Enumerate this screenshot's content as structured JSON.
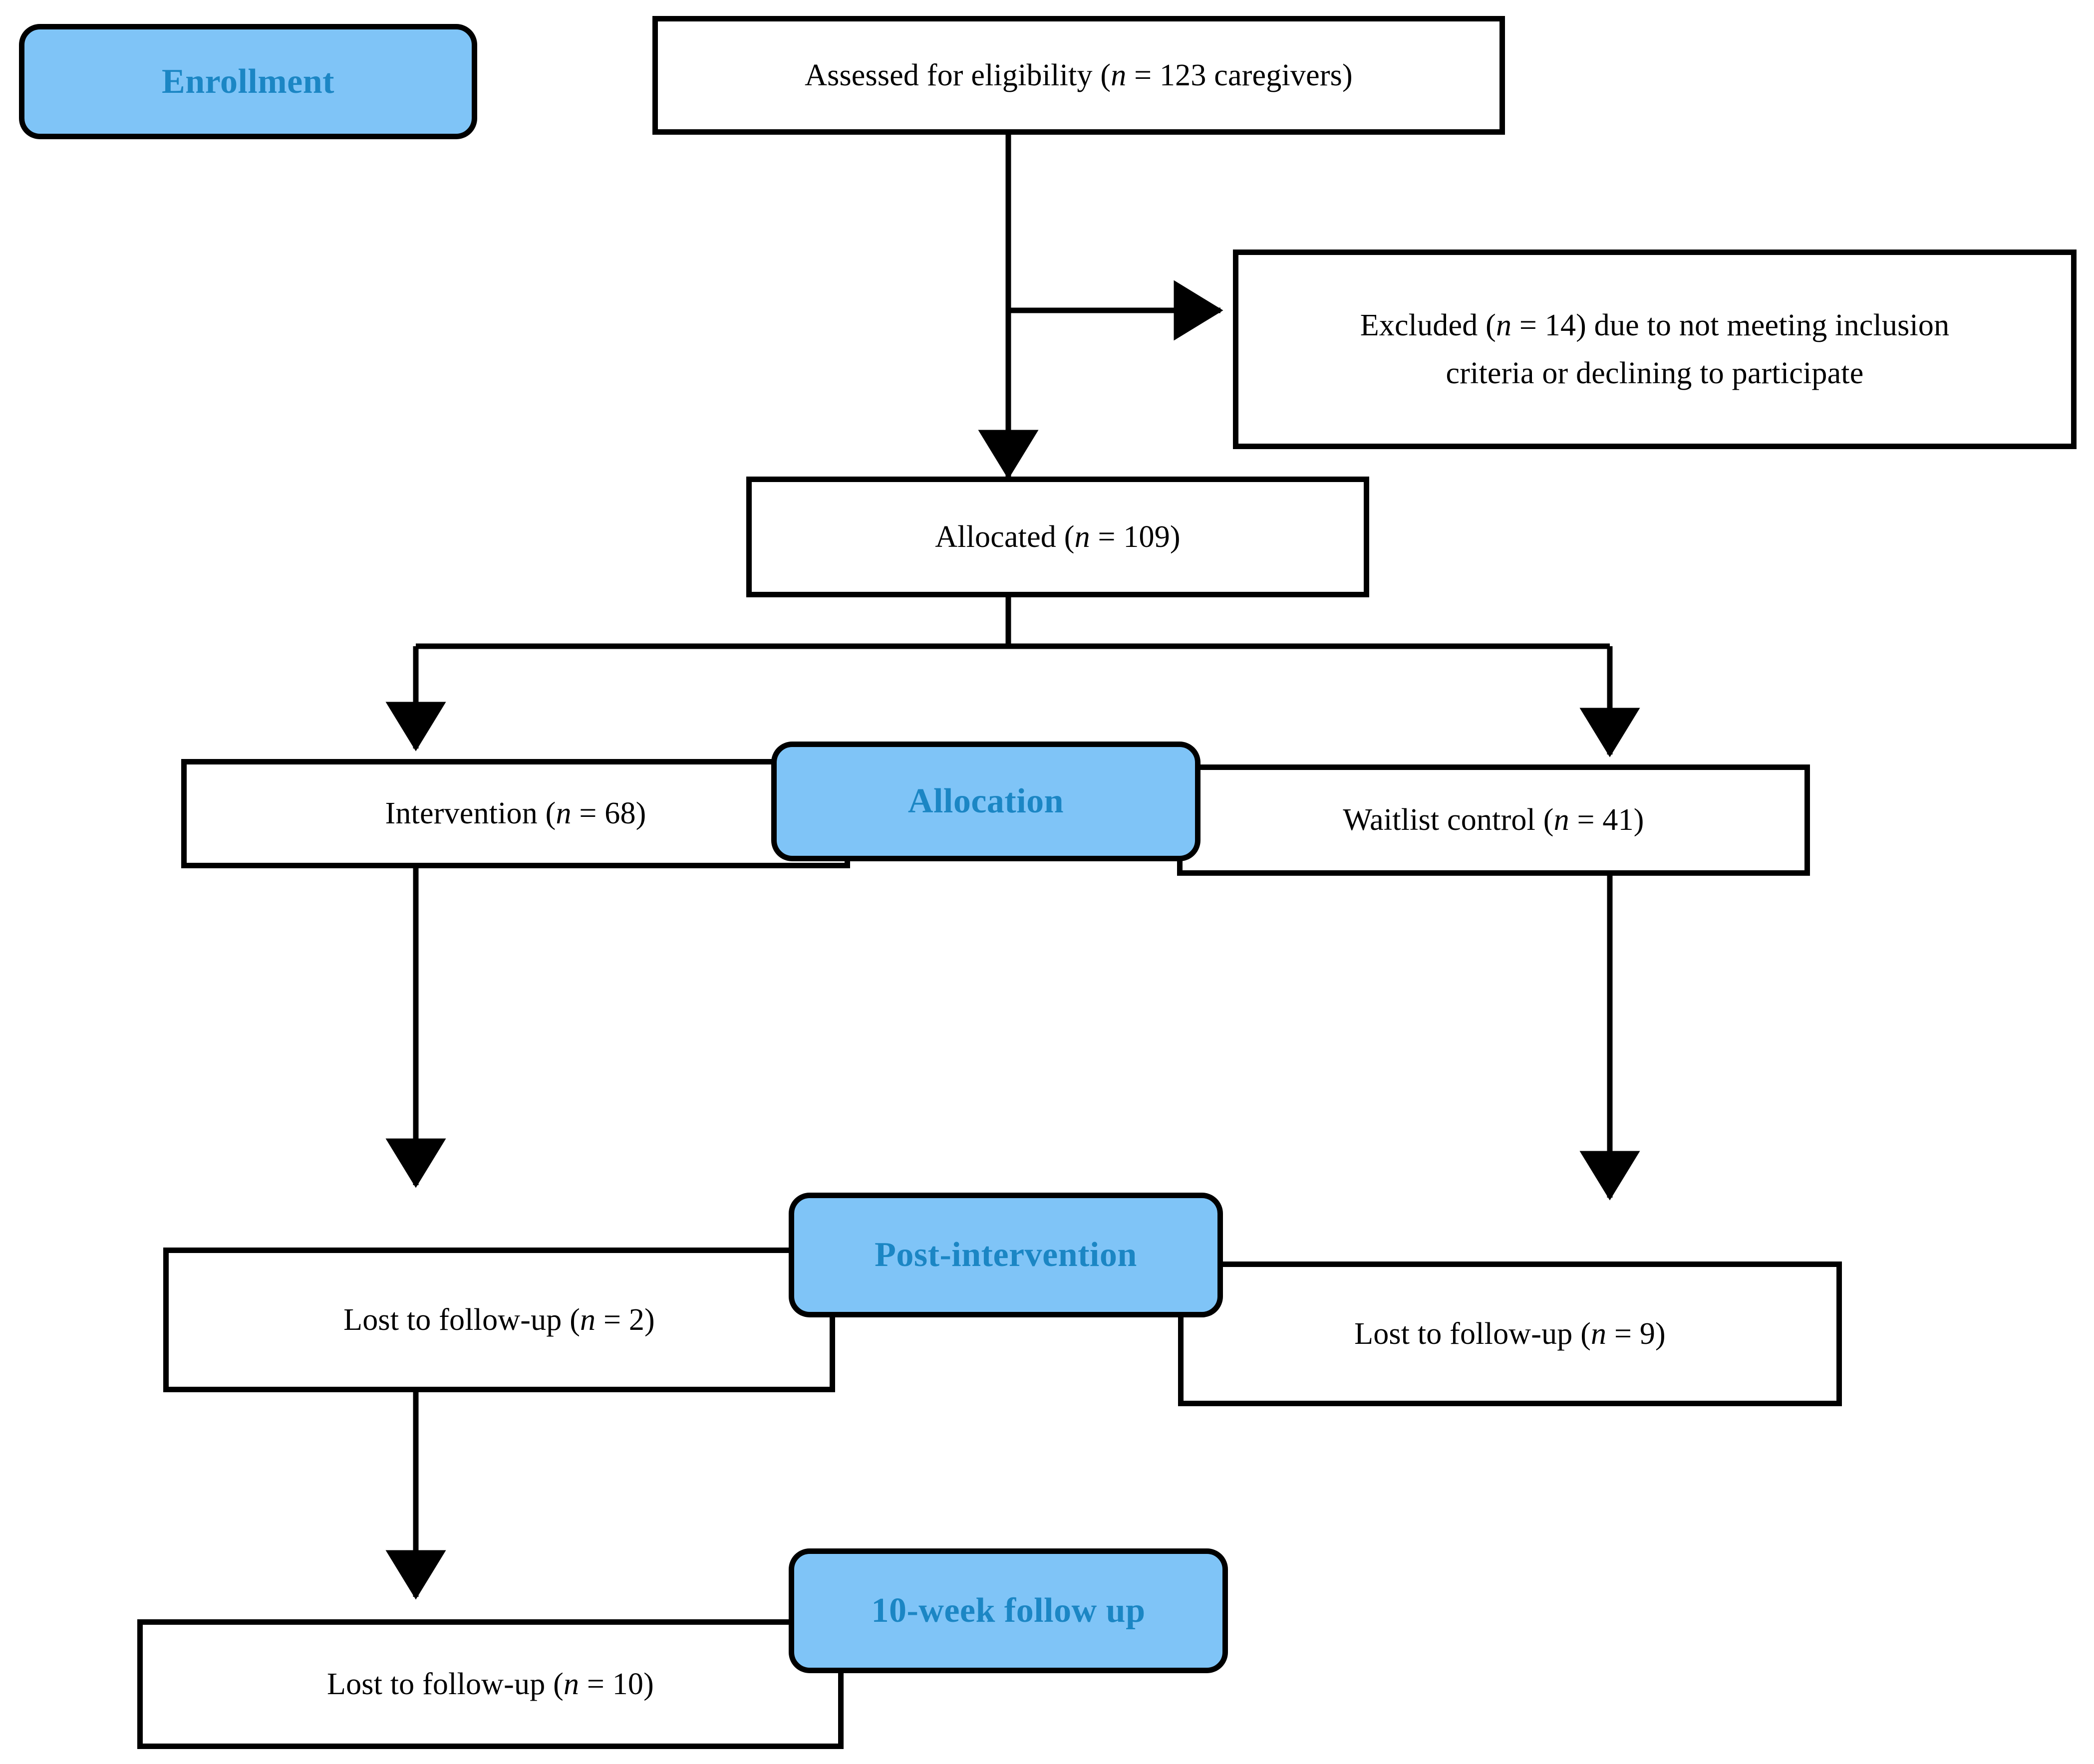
{
  "diagram": {
    "title": "CONSORT participant flow diagram",
    "colors": {
      "stage_fill": "#7FC4F7",
      "stage_text": "#1B86C4",
      "box_border": "#000000",
      "box_fill": "#FFFFFF",
      "connector": "#000000"
    }
  },
  "stages": [
    {
      "id": "enrollment",
      "label": "Enrollment"
    },
    {
      "id": "allocation",
      "label": "Allocation"
    },
    {
      "id": "post_intervention",
      "label": "Post-intervention"
    },
    {
      "id": "followup_10week",
      "label": "10-week follow up"
    }
  ],
  "boxes": [
    {
      "id": "assessed",
      "text": "Assessed for eligibility (n = 123 caregivers)",
      "prefix": "Assessed for eligibility (",
      "italic": "n",
      "suffix": " = 123 caregivers)",
      "n": 123,
      "unit": "caregivers"
    },
    {
      "id": "excluded",
      "text": "Excluded (n = 14) due to not meeting inclusion criteria or declining to participate",
      "line1_prefix": "Excluded (",
      "line1_italic": "n",
      "line1_suffix": " = 14) due to not meeting inclusion",
      "line2": "criteria or declining to participate",
      "n": 14
    },
    {
      "id": "allocated",
      "text": "Allocated (n = 109)",
      "prefix": "Allocated (",
      "italic": "n",
      "suffix": " = 109)",
      "n": 109
    },
    {
      "id": "intervention",
      "text": "Intervention (n = 68)",
      "prefix": "Intervention (",
      "italic": "n",
      "suffix": " = 68)",
      "n": 68
    },
    {
      "id": "waitlist",
      "text": "Waitlist control (n = 41)",
      "prefix": "Waitlist control (",
      "italic": "n",
      "suffix": " = 41)",
      "n": 41
    },
    {
      "id": "lost_post_intervention",
      "text": "Lost to follow-up (n = 2)",
      "prefix": "Lost to follow-up (",
      "italic": "n",
      "suffix": " = 2)",
      "n": 2
    },
    {
      "id": "lost_post_waitlist",
      "text": "Lost to follow-up (n = 9)",
      "prefix": "Lost to follow-up (",
      "italic": "n",
      "suffix": " = 9)",
      "n": 9
    },
    {
      "id": "lost_10week",
      "text": "Lost to follow-up (n = 10)",
      "prefix": "Lost to follow-up (",
      "italic": "n",
      "suffix": " = 10)",
      "n": 10
    }
  ]
}
